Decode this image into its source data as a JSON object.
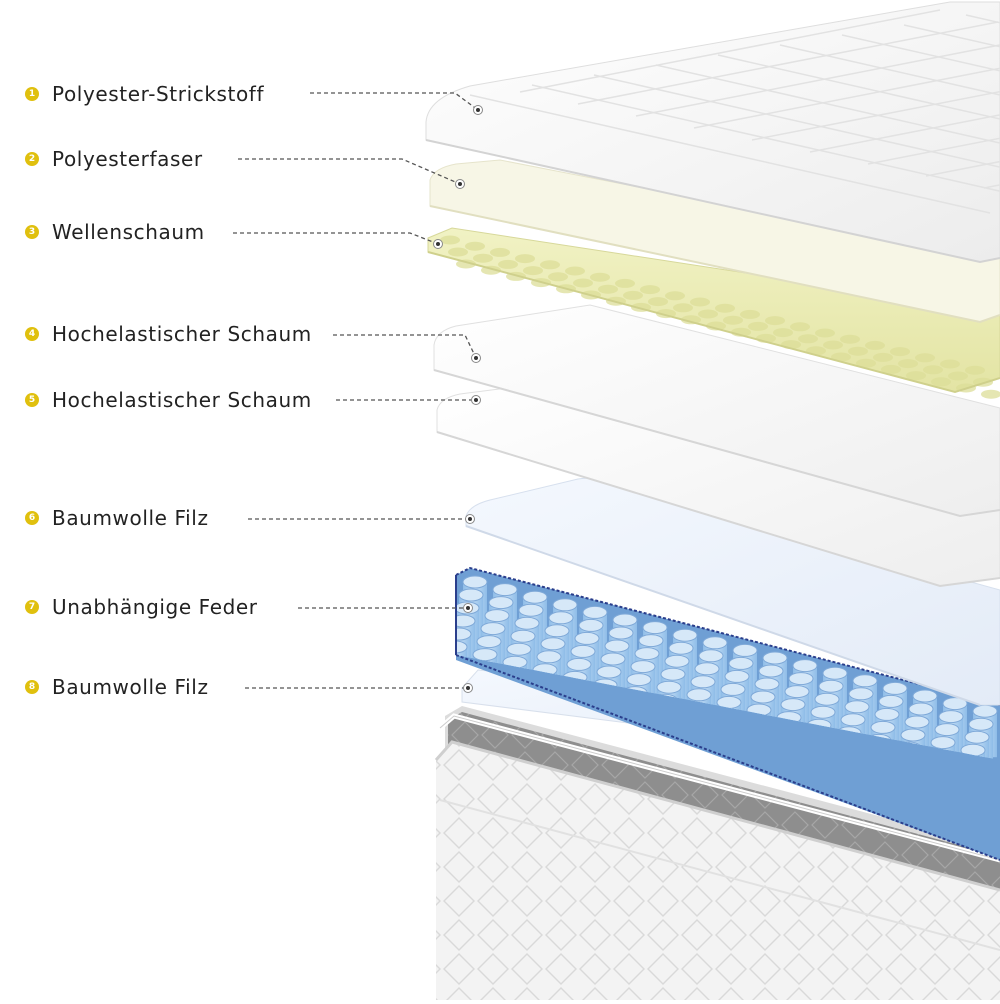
{
  "layers": [
    {
      "num": "1",
      "label": "Polyester-Strickstoff"
    },
    {
      "num": "2",
      "label": "Polyesterfaser"
    },
    {
      "num": "3",
      "label": "Wellenschaum"
    },
    {
      "num": "4",
      "label": "Hochelastischer Schaum"
    },
    {
      "num": "5",
      "label": "Hochelastischer Schaum"
    },
    {
      "num": "6",
      "label": "Baumwolle Filz"
    },
    {
      "num": "7",
      "label": "Unabhängige Feder"
    },
    {
      "num": "8",
      "label": "Baumwolle Filz"
    }
  ],
  "colors": {
    "badge": "#e0c00e",
    "quilt_top": "#f7f7f7",
    "fiber": "#f6f5e6",
    "wave_foam": "#ebecb4",
    "foam": "#f8f8f8",
    "felt": "#eef3fb",
    "spring": "#a9cdee",
    "spring_wire": "#2a3e8c",
    "base_quilt": "#f4f4f4"
  }
}
